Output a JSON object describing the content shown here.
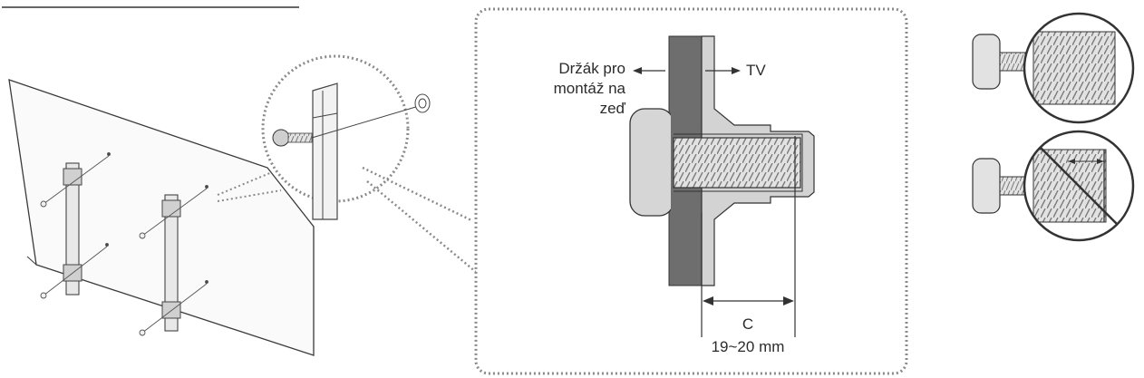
{
  "labels": {
    "bracket_line1": "Držák pro",
    "bracket_line2": "montáž na",
    "bracket_line3": "zeď",
    "tv": "TV",
    "dim_letter": "C",
    "dim_value": "19~20 mm"
  },
  "colors": {
    "line": "#3a3a3a",
    "wall_bracket": "#6e6e6e",
    "tv_panel": "#cfcfcf",
    "screw_body": "#d9d9d9",
    "screw_thread": "#a8a8a8",
    "dotted": "#8a8a8a"
  }
}
